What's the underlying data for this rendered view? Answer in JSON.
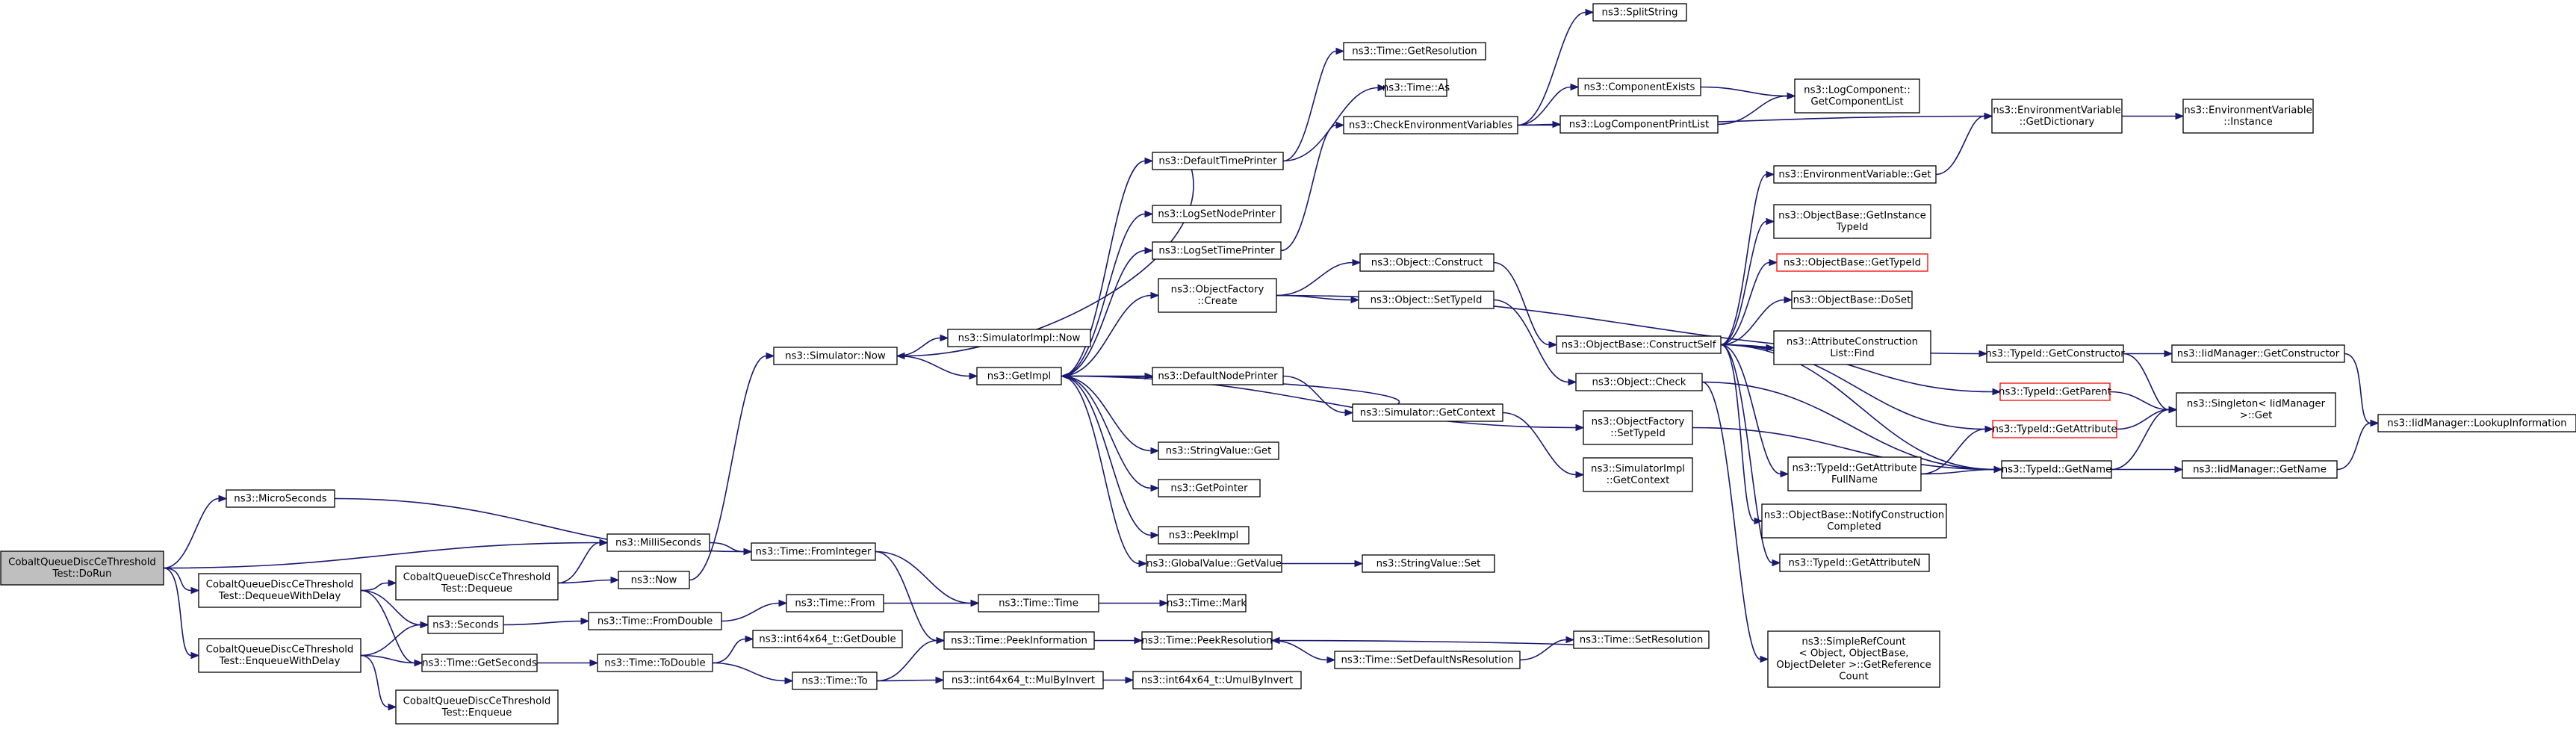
{
  "diagram": {
    "type": "call-graph",
    "root": "n0",
    "nodes": [
      {
        "id": "n0",
        "lines": [
          "CobaltQueueDiscCeThreshold",
          "Test::DoRun"
        ],
        "style": "root"
      },
      {
        "id": "n1",
        "lines": [
          "ns3::MicroSeconds"
        ]
      },
      {
        "id": "n2",
        "lines": [
          "ns3::MilliSeconds"
        ]
      },
      {
        "id": "n3",
        "lines": [
          "CobaltQueueDiscCeThreshold",
          "Test::DequeueWithDelay"
        ]
      },
      {
        "id": "n4",
        "lines": [
          "CobaltQueueDiscCeThreshold",
          "Test::EnqueueWithDelay"
        ]
      },
      {
        "id": "n5",
        "lines": [
          "CobaltQueueDiscCeThreshold",
          "Test::Dequeue"
        ]
      },
      {
        "id": "n6",
        "lines": [
          "ns3::Seconds"
        ]
      },
      {
        "id": "n7",
        "lines": [
          "ns3::Time::GetSeconds"
        ]
      },
      {
        "id": "n8",
        "lines": [
          "CobaltQueueDiscCeThreshold",
          "Test::Enqueue"
        ]
      },
      {
        "id": "n9",
        "lines": [
          "ns3::Now"
        ]
      },
      {
        "id": "n10",
        "lines": [
          "ns3::Time::FromInteger"
        ]
      },
      {
        "id": "n11",
        "lines": [
          "ns3::Time::FromDouble"
        ]
      },
      {
        "id": "n12",
        "lines": [
          "ns3::Time::ToDouble"
        ]
      },
      {
        "id": "n13",
        "lines": [
          "ns3::Simulator::Now"
        ]
      },
      {
        "id": "n14",
        "lines": [
          "ns3::Time::From"
        ]
      },
      {
        "id": "n15",
        "lines": [
          "ns3::int64x64_t::GetDouble"
        ]
      },
      {
        "id": "n16",
        "lines": [
          "ns3::Time::To"
        ]
      },
      {
        "id": "n17",
        "lines": [
          "ns3::SimulatorImpl::Now"
        ]
      },
      {
        "id": "n18",
        "lines": [
          "ns3::GetImpl"
        ]
      },
      {
        "id": "n19",
        "lines": [
          "ns3::Time::Time"
        ]
      },
      {
        "id": "n20",
        "lines": [
          "ns3::Time::PeekInformation"
        ]
      },
      {
        "id": "n21",
        "lines": [
          "ns3::int64x64_t::MulByInvert"
        ]
      },
      {
        "id": "n22",
        "lines": [
          "ns3::DefaultTimePrinter"
        ]
      },
      {
        "id": "n23",
        "lines": [
          "ns3::LogSetNodePrinter"
        ]
      },
      {
        "id": "n24",
        "lines": [
          "ns3::LogSetTimePrinter"
        ]
      },
      {
        "id": "n25",
        "lines": [
          "ns3::ObjectFactory",
          "::Create"
        ]
      },
      {
        "id": "n26",
        "lines": [
          "ns3::DefaultNodePrinter"
        ]
      },
      {
        "id": "n27",
        "lines": [
          "ns3::StringValue::Get"
        ]
      },
      {
        "id": "n28",
        "lines": [
          "ns3::GetPointer"
        ]
      },
      {
        "id": "n29",
        "lines": [
          "ns3::PeekImpl"
        ]
      },
      {
        "id": "n30",
        "lines": [
          "ns3::GlobalValue::GetValue"
        ]
      },
      {
        "id": "n31",
        "lines": [
          "ns3::Time::Mark"
        ]
      },
      {
        "id": "n32",
        "lines": [
          "ns3::Time::PeekResolution"
        ]
      },
      {
        "id": "n33",
        "lines": [
          "ns3::int64x64_t::UmulByInvert"
        ]
      },
      {
        "id": "n34",
        "lines": [
          "ns3::Time::GetResolution"
        ]
      },
      {
        "id": "n35",
        "lines": [
          "ns3::Time::As"
        ]
      },
      {
        "id": "n36",
        "lines": [
          "ns3::CheckEnvironmentVariables"
        ]
      },
      {
        "id": "n37",
        "lines": [
          "ns3::Object::Construct"
        ]
      },
      {
        "id": "n38",
        "lines": [
          "ns3::Object::SetTypeId"
        ]
      },
      {
        "id": "n39",
        "lines": [
          "ns3::Simulator::GetContext"
        ]
      },
      {
        "id": "n40",
        "lines": [
          "ns3::ObjectFactory",
          "::SetTypeId"
        ]
      },
      {
        "id": "n41",
        "lines": [
          "ns3::SimulatorImpl",
          "::GetContext"
        ]
      },
      {
        "id": "n42",
        "lines": [
          "ns3::StringValue::Set"
        ]
      },
      {
        "id": "n43",
        "lines": [
          "ns3::Time::SetDefaultNsResolution"
        ]
      },
      {
        "id": "n44",
        "lines": [
          "ns3::SplitString"
        ]
      },
      {
        "id": "n45",
        "lines": [
          "ns3::ComponentExists"
        ]
      },
      {
        "id": "n46",
        "lines": [
          "ns3::LogComponentPrintList"
        ]
      },
      {
        "id": "n47",
        "lines": [
          "ns3::ObjectBase::ConstructSelf"
        ]
      },
      {
        "id": "n48",
        "lines": [
          "ns3::Object::Check"
        ]
      },
      {
        "id": "n49",
        "lines": [
          "ns3::Time::SetResolution"
        ]
      },
      {
        "id": "n50",
        "lines": [
          "ns3::LogComponent::",
          "GetComponentList"
        ]
      },
      {
        "id": "n51",
        "lines": [
          "ns3::EnvironmentVariable::Get"
        ]
      },
      {
        "id": "n52",
        "lines": [
          "ns3::ObjectBase::GetInstance",
          "TypeId"
        ]
      },
      {
        "id": "n53",
        "lines": [
          "ns3::ObjectBase::GetTypeId"
        ],
        "style": "red"
      },
      {
        "id": "n54",
        "lines": [
          "ns3::ObjectBase::DoSet"
        ]
      },
      {
        "id": "n55",
        "lines": [
          "ns3::AttributeConstruction",
          "List::Find"
        ]
      },
      {
        "id": "n56",
        "lines": [
          "ns3::TypeId::GetAttribute",
          "FullName"
        ]
      },
      {
        "id": "n57",
        "lines": [
          "ns3::ObjectBase::NotifyConstruction",
          "Completed"
        ]
      },
      {
        "id": "n58",
        "lines": [
          "ns3::TypeId::GetAttributeN"
        ]
      },
      {
        "id": "n59",
        "lines": [
          "ns3::SimpleRefCount",
          "< Object, ObjectBase,",
          "ObjectDeleter >::GetReference",
          "Count"
        ]
      },
      {
        "id": "n60",
        "lines": [
          "ns3::EnvironmentVariable",
          "::GetDictionary"
        ]
      },
      {
        "id": "n61",
        "lines": [
          "ns3::TypeId::GetConstructor"
        ]
      },
      {
        "id": "n62",
        "lines": [
          "ns3::TypeId::GetParent"
        ],
        "style": "red"
      },
      {
        "id": "n63",
        "lines": [
          "ns3::TypeId::GetAttribute"
        ],
        "style": "red"
      },
      {
        "id": "n64",
        "lines": [
          "ns3::TypeId::GetName"
        ]
      },
      {
        "id": "n65",
        "lines": [
          "ns3::EnvironmentVariable",
          "::Instance"
        ]
      },
      {
        "id": "n66",
        "lines": [
          "ns3::IidManager::GetConstructor"
        ]
      },
      {
        "id": "n67",
        "lines": [
          "ns3::Singleton< IidManager",
          ">::Get"
        ]
      },
      {
        "id": "n68",
        "lines": [
          "ns3::IidManager::GetName"
        ]
      },
      {
        "id": "n69",
        "lines": [
          "ns3::IidManager::LookupInformation"
        ]
      }
    ],
    "edges": [
      [
        "n0",
        "n1"
      ],
      [
        "n0",
        "n2"
      ],
      [
        "n0",
        "n3"
      ],
      [
        "n0",
        "n4"
      ],
      [
        "n1",
        "n10"
      ],
      [
        "n2",
        "n10"
      ],
      [
        "n3",
        "n5"
      ],
      [
        "n3",
        "n6"
      ],
      [
        "n3",
        "n7"
      ],
      [
        "n4",
        "n6"
      ],
      [
        "n4",
        "n7"
      ],
      [
        "n4",
        "n8"
      ],
      [
        "n5",
        "n2"
      ],
      [
        "n5",
        "n9"
      ],
      [
        "n6",
        "n11"
      ],
      [
        "n7",
        "n12"
      ],
      [
        "n9",
        "n13"
      ],
      [
        "n10",
        "n19"
      ],
      [
        "n10",
        "n20"
      ],
      [
        "n11",
        "n14"
      ],
      [
        "n12",
        "n15"
      ],
      [
        "n12",
        "n16"
      ],
      [
        "n13",
        "n17"
      ],
      [
        "n13",
        "n18"
      ],
      [
        "n14",
        "n19"
      ],
      [
        "n16",
        "n20"
      ],
      [
        "n16",
        "n21"
      ],
      [
        "n18",
        "n22"
      ],
      [
        "n18",
        "n23"
      ],
      [
        "n18",
        "n24"
      ],
      [
        "n18",
        "n25"
      ],
      [
        "n18",
        "n26"
      ],
      [
        "n18",
        "n27"
      ],
      [
        "n18",
        "n28"
      ],
      [
        "n18",
        "n29"
      ],
      [
        "n18",
        "n30"
      ],
      [
        "n18",
        "n40"
      ],
      [
        "n19",
        "n31"
      ],
      [
        "n20",
        "n32"
      ],
      [
        "n21",
        "n33"
      ],
      [
        "n22",
        "n13"
      ],
      [
        "n22",
        "n34"
      ],
      [
        "n22",
        "n35"
      ],
      [
        "n24",
        "n36"
      ],
      [
        "n25",
        "n37"
      ],
      [
        "n25",
        "n38"
      ],
      [
        "n25",
        "n61"
      ],
      [
        "n26",
        "n39"
      ],
      [
        "n30",
        "n42"
      ],
      [
        "n32",
        "n43"
      ],
      [
        "n36",
        "n44"
      ],
      [
        "n36",
        "n45"
      ],
      [
        "n36",
        "n46"
      ],
      [
        "n36",
        "n60"
      ],
      [
        "n37",
        "n47"
      ],
      [
        "n38",
        "n48"
      ],
      [
        "n39",
        "n18"
      ],
      [
        "n39",
        "n41"
      ],
      [
        "n40",
        "n64"
      ],
      [
        "n43",
        "n49"
      ],
      [
        "n45",
        "n50"
      ],
      [
        "n46",
        "n50"
      ],
      [
        "n47",
        "n51"
      ],
      [
        "n47",
        "n52"
      ],
      [
        "n47",
        "n53"
      ],
      [
        "n47",
        "n54"
      ],
      [
        "n47",
        "n55"
      ],
      [
        "n47",
        "n56"
      ],
      [
        "n47",
        "n57"
      ],
      [
        "n47",
        "n58"
      ],
      [
        "n47",
        "n62"
      ],
      [
        "n47",
        "n63"
      ],
      [
        "n47",
        "n64"
      ],
      [
        "n48",
        "n59"
      ],
      [
        "n48",
        "n64"
      ],
      [
        "n49",
        "n32"
      ],
      [
        "n51",
        "n60"
      ],
      [
        "n56",
        "n63"
      ],
      [
        "n56",
        "n64"
      ],
      [
        "n60",
        "n65"
      ],
      [
        "n61",
        "n66"
      ],
      [
        "n61",
        "n67"
      ],
      [
        "n62",
        "n67"
      ],
      [
        "n63",
        "n67"
      ],
      [
        "n64",
        "n67"
      ],
      [
        "n64",
        "n68"
      ],
      [
        "n66",
        "n69"
      ],
      [
        "n68",
        "n69"
      ]
    ]
  }
}
